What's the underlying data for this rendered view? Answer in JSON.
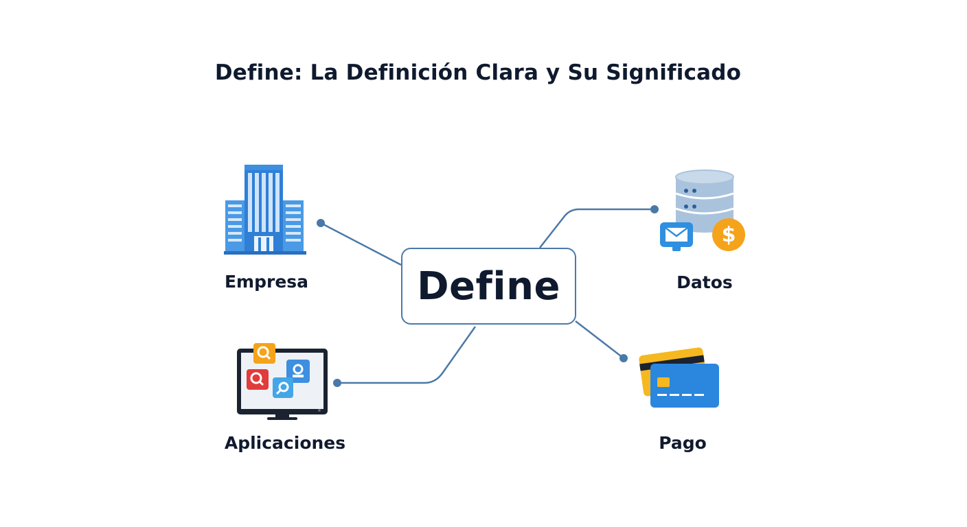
{
  "title": "Define: La Definición Clara y Su Significado",
  "center": {
    "label": "Define"
  },
  "nodes": {
    "empresa": {
      "label": "Empresa",
      "icon": "office-building-icon"
    },
    "datos": {
      "label": "Datos",
      "icon": "database-icon"
    },
    "aplicaciones": {
      "label": "Aplicaciones",
      "icon": "monitor-apps-icon"
    },
    "pago": {
      "label": "Pago",
      "icon": "credit-card-icon"
    }
  },
  "colors": {
    "connector": "#4a79a8",
    "building_blue": "#3d8fe0",
    "coin_orange": "#f5a31a",
    "card_blue": "#2b86de",
    "card_yellow": "#f5b820"
  }
}
